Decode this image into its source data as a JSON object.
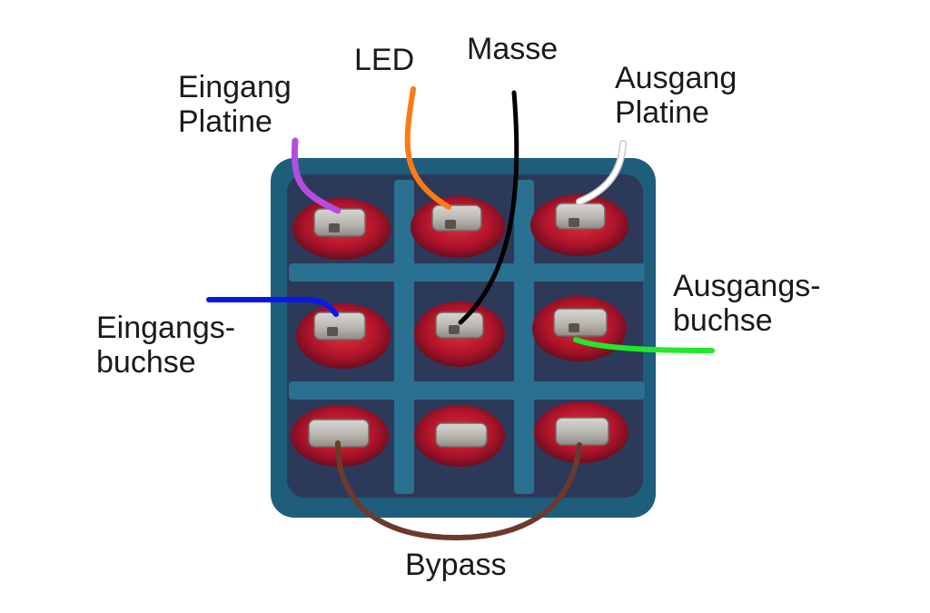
{
  "labels": {
    "input_board": [
      "Eingang",
      "Platine"
    ],
    "led": "LED",
    "ground": "Masse",
    "output_board": [
      "Ausgang",
      "Platine"
    ],
    "input_jack": [
      "Eingangs-",
      "buchse"
    ],
    "output_jack": [
      "Ausgangs-",
      "buchse"
    ],
    "bypass": "Bypass"
  },
  "wire_colors": {
    "input_board": "#b44de0",
    "led": "#ff7a12",
    "ground": "#000000",
    "output_board": "#ffffff",
    "input_jack": "#0a18e8",
    "output_jack": "#22e82a",
    "bypass": "#6b3a2e"
  },
  "board_colors": {
    "base": "#1e5e7c",
    "ridge": "#2a7090",
    "solder": "#a81224",
    "pin": "#c4c2bd"
  }
}
